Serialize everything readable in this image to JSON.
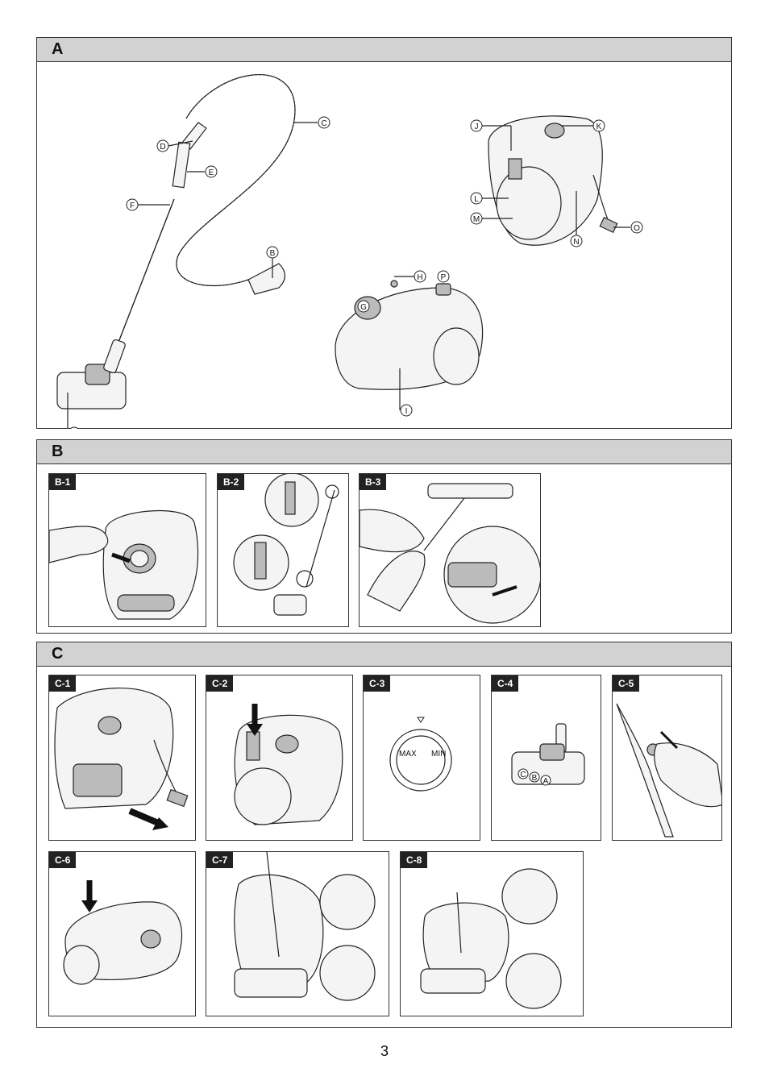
{
  "sections": {
    "a": {
      "label": "A",
      "callouts": [
        "A",
        "B",
        "C",
        "D",
        "E",
        "F",
        "G",
        "H",
        "I",
        "J",
        "K",
        "L",
        "M",
        "N",
        "O",
        "P"
      ]
    },
    "b": {
      "label": "B",
      "panels": [
        "B-1",
        "B-2",
        "B-3"
      ]
    },
    "c": {
      "label": "C",
      "panels": [
        "C-1",
        "C-2",
        "C-3",
        "C-4",
        "C-5",
        "C-6",
        "C-7",
        "C-8"
      ],
      "dial": {
        "max": "MAX",
        "min": "MIN"
      },
      "nozzle_letters": [
        "C",
        "B",
        "A"
      ]
    }
  },
  "page_number": "3"
}
